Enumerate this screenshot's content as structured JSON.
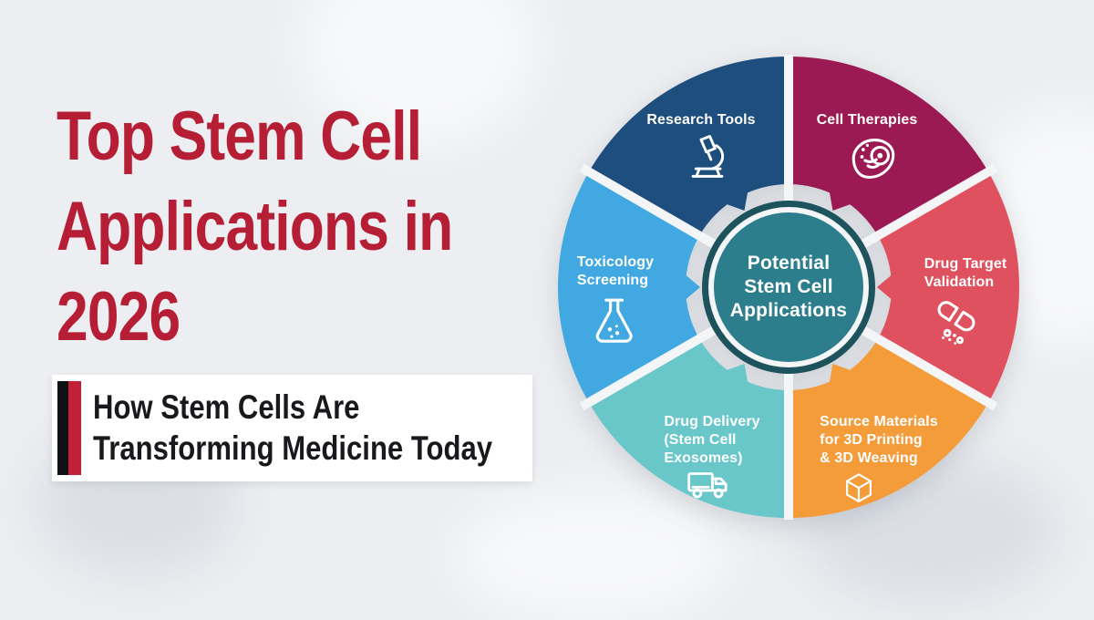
{
  "title": {
    "lines": [
      "Top Stem Cell",
      "Applications in",
      "2026"
    ],
    "color": "#b51e35"
  },
  "subtitle": {
    "lines": [
      "How Stem Cells Are",
      "Transforming Medicine Today"
    ],
    "bar_black_color": "#101114",
    "bar_red_color": "#c21f38",
    "box_color": "#ffffff"
  },
  "wheel": {
    "center": {
      "label_lines": [
        "Potential",
        "Stem Cell",
        "Applications"
      ],
      "fill_color": "#2d7e8d",
      "ring_color": "#1d535d"
    },
    "gap_color": "#f4f5f7",
    "segments": [
      {
        "id": "research-tools",
        "label_lines": [
          "Research Tools"
        ],
        "icon": "microscope-icon",
        "color": "#1d4e7d"
      },
      {
        "id": "cell-therapies",
        "label_lines": [
          "Cell Therapies"
        ],
        "icon": "cell-icon",
        "color": "#9c1a53"
      },
      {
        "id": "drug-target-validation",
        "label_lines": [
          "Drug Target",
          "Validation"
        ],
        "icon": "capsule-icon",
        "color": "#e0515f"
      },
      {
        "id": "source-materials-3d",
        "label_lines": [
          "Source Materials",
          "for 3D Printing",
          "& 3D Weaving"
        ],
        "icon": "cube-icon",
        "color": "#f49b3a"
      },
      {
        "id": "drug-delivery-exosomes",
        "label_lines": [
          "Drug Delivery",
          "(Stem Cell",
          "Exosomes)"
        ],
        "icon": "truck-icon",
        "color": "#69c7ca"
      },
      {
        "id": "toxicology-screening",
        "label_lines": [
          "Toxicology",
          "Screening"
        ],
        "icon": "flask-icon",
        "color": "#41a8e1"
      }
    ]
  }
}
